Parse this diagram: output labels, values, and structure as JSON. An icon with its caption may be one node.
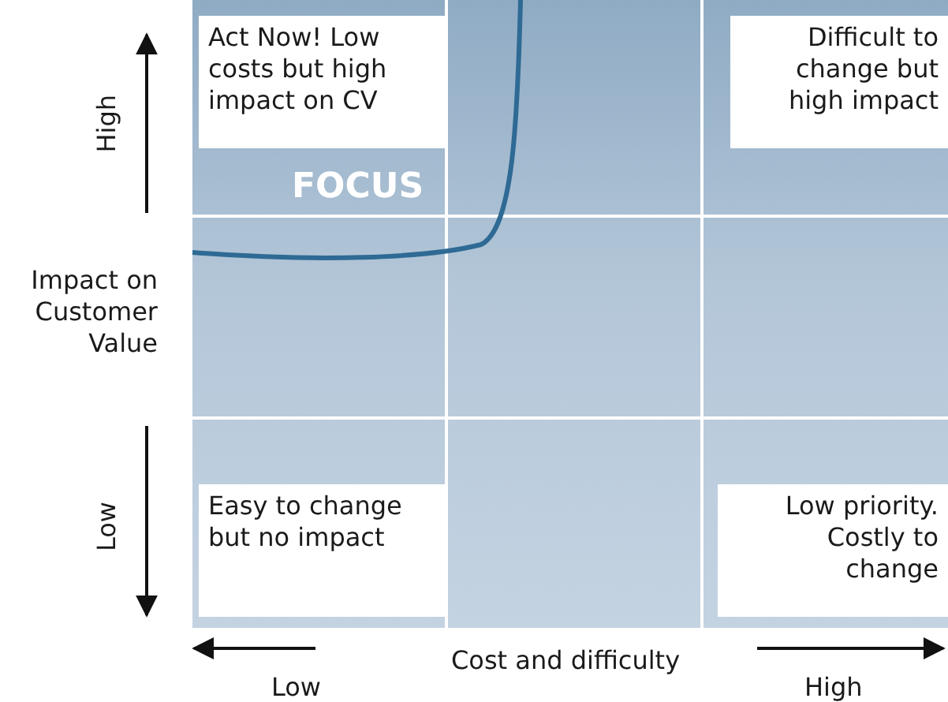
{
  "diagram": {
    "nodes": [
      {
        "text": [
          "Act Now! Low costs but high impact on CV"
        ]
      },
      {
        "text": [
          "Difficult to change but high impact"
        ]
      },
      {
        "text": [
          "Easy to change but no impact"
        ]
      },
      {
        "text": [
          "Low priority. Costly to change"
        ]
      }
    ],
    "labels": [
      "High",
      "FOCUS",
      "Impact on Customer Value",
      "Low",
      "Cost and difficulty",
      "Low",
      "High"
    ]
  }
}
